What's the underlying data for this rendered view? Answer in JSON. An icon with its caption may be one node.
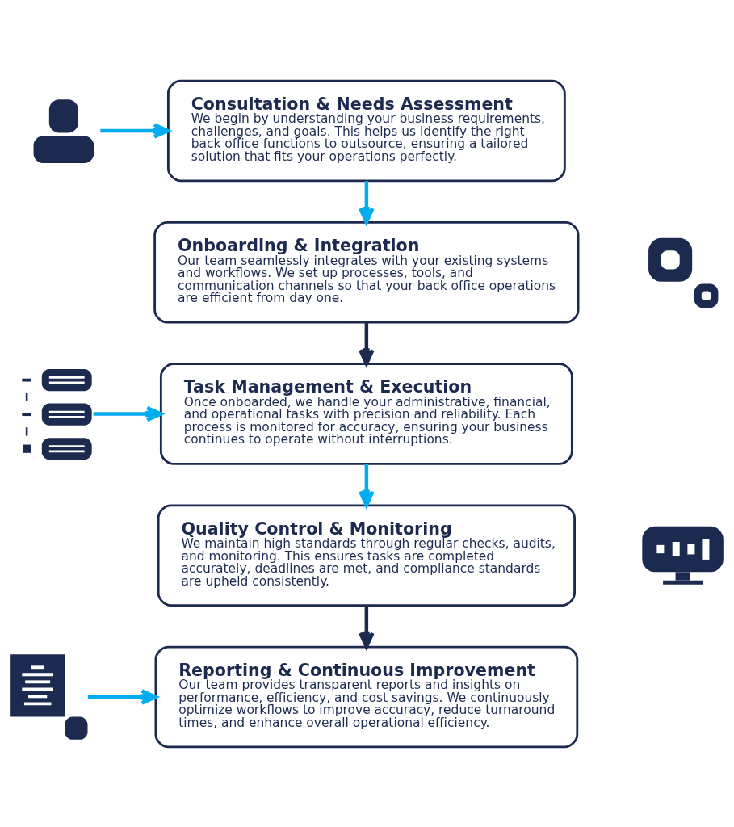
{
  "diagram": {
    "nodes": [
      {
        "text": [],
        "shape": "person"
      },
      {
        "text": [
          "Consultation & Needs Assessment",
          "We begin by understanding your business requirements, challenges, and goals. This helps us identify the right back office functions to outsource, ensuring a tailored solution that fits your operations perfectly."
        ]
      },
      {
        "text": [
          "Onboarding & Integration",
          "Our team seamlessly integrates with your existing systems and workflows. We set up processes, tools, and communication channels so that your back office operations are efficient from day one."
        ]
      },
      {
        "text": [],
        "shape": "picture"
      },
      {
        "text": [],
        "shape": "picture"
      },
      {
        "text": [
          "Task Management & Execution",
          "Once onboarded, we handle your administrative, financial, and operational tasks with precision and reliability. Each process is monitored for accuracy, ensuring your business continues to operate without interruptions."
        ]
      },
      {
        "text": [
          "Quality Control & Monitoring",
          "We maintain high standards through regular checks, audits, and monitoring. This ensures tasks are completed accurately, deadlines are met, and compliance standards are upheld consistently."
        ]
      },
      {
        "text": [],
        "shape": "picture"
      },
      {
        "text": [],
        "shape": "picture"
      },
      {
        "text": [
          "Reporting & Continuous Improvement",
          "Our team provides transparent reports and insights on performance, efficiency, and cost savings. We continuously optimize workflows to improve accuracy, reduce turnaround times, and enhance overall operational efficiency."
        ]
      }
    ],
    "edges": [
      {
        "from": 0,
        "to": 1,
        "arrow": "to"
      },
      {
        "from": 1,
        "to": 2,
        "arrow": "to"
      },
      {
        "from": 2,
        "to": 5,
        "arrow": "to",
        "color": "#1b2a4e"
      },
      {
        "from": 4,
        "to": 5,
        "arrow": "to"
      },
      {
        "from": 5,
        "to": 6,
        "arrow": "to"
      },
      {
        "from": 6,
        "to": 9,
        "arrow": "to",
        "color": "#1b2a4e"
      },
      {
        "from": 8,
        "to": 9,
        "arrow": "to"
      }
    ]
  }
}
